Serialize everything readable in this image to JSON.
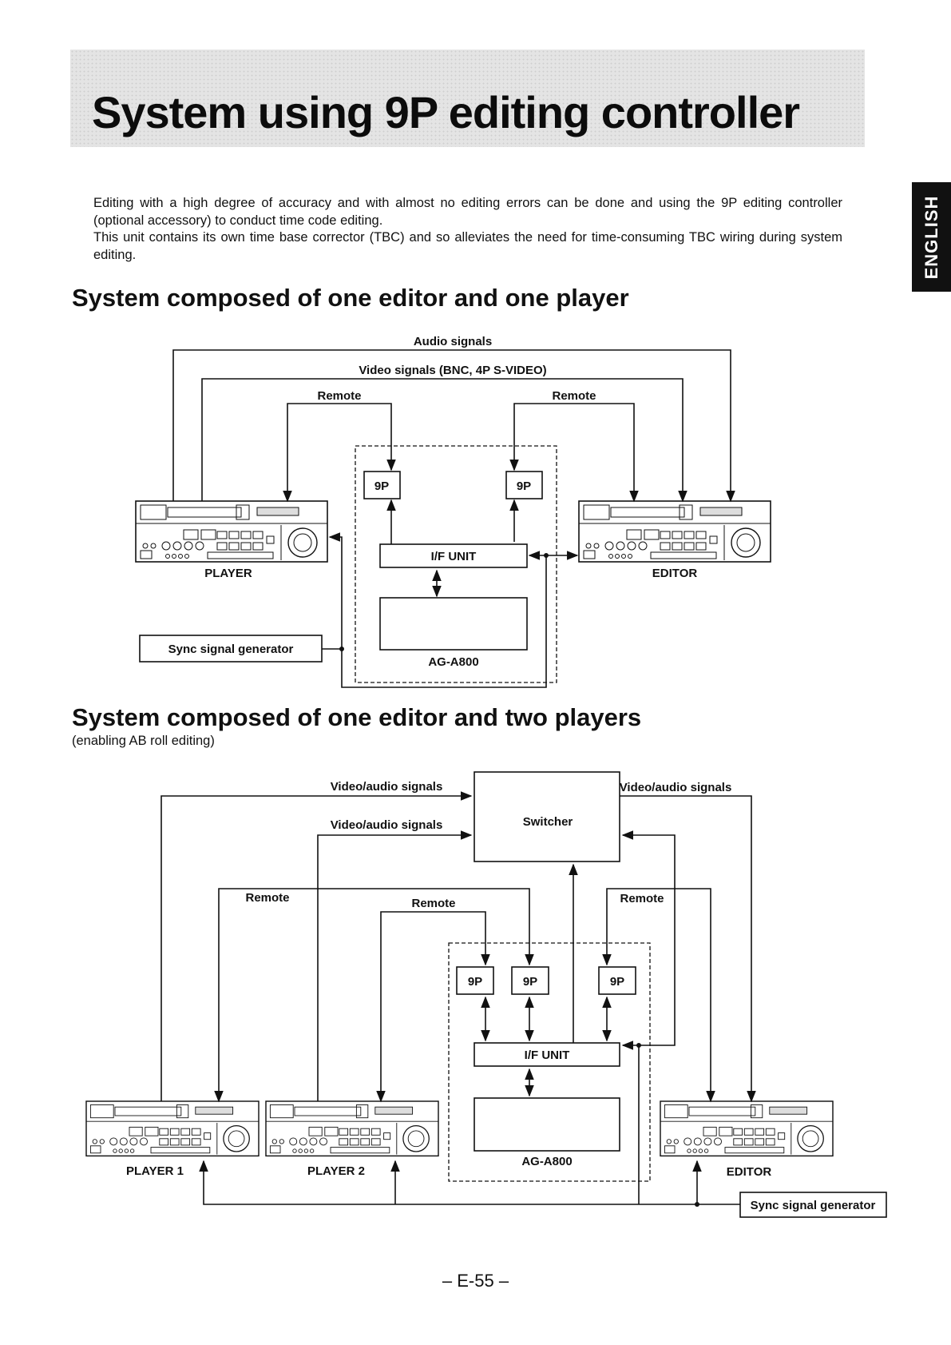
{
  "page_title": "System using 9P editing controller",
  "side_tab": "ENGLISH",
  "intro": [
    "Editing with a high degree of accuracy and with almost no editing errors can be done and using the 9P editing controller (optional accessory) to conduct time code editing.",
    "This unit contains its own time base corrector (TBC) and so alleviates the need for time-consuming TBC wiring during system editing."
  ],
  "section1": {
    "heading": "System composed of one editor and one player",
    "labels": {
      "audio": "Audio signals",
      "video": "Video signals (BNC, 4P S-VIDEO)",
      "remote_left": "Remote",
      "remote_right": "Remote",
      "port_left": "9P",
      "port_right": "9P",
      "if_unit": "I/F UNIT",
      "ag": "AG-A800",
      "player": "PLAYER",
      "editor": "EDITOR",
      "sync": "Sync signal generator"
    }
  },
  "section2": {
    "heading": "System composed of one editor and two players",
    "subheading": "(enabling AB roll editing)",
    "labels": {
      "va1": "Video/audio signals",
      "va2": "Video/audio signals",
      "va3": "Video/audio signals",
      "switcher": "Switcher",
      "remote1": "Remote",
      "remote2": "Remote",
      "remote3": "Remote",
      "port1": "9P",
      "port2": "9P",
      "port3": "9P",
      "if_unit": "I/F UNIT",
      "ag": "AG-A800",
      "player1": "PLAYER 1",
      "player2": "PLAYER 2",
      "editor": "EDITOR",
      "sync": "Sync signal generator"
    }
  },
  "page_number": "– E-55 –"
}
